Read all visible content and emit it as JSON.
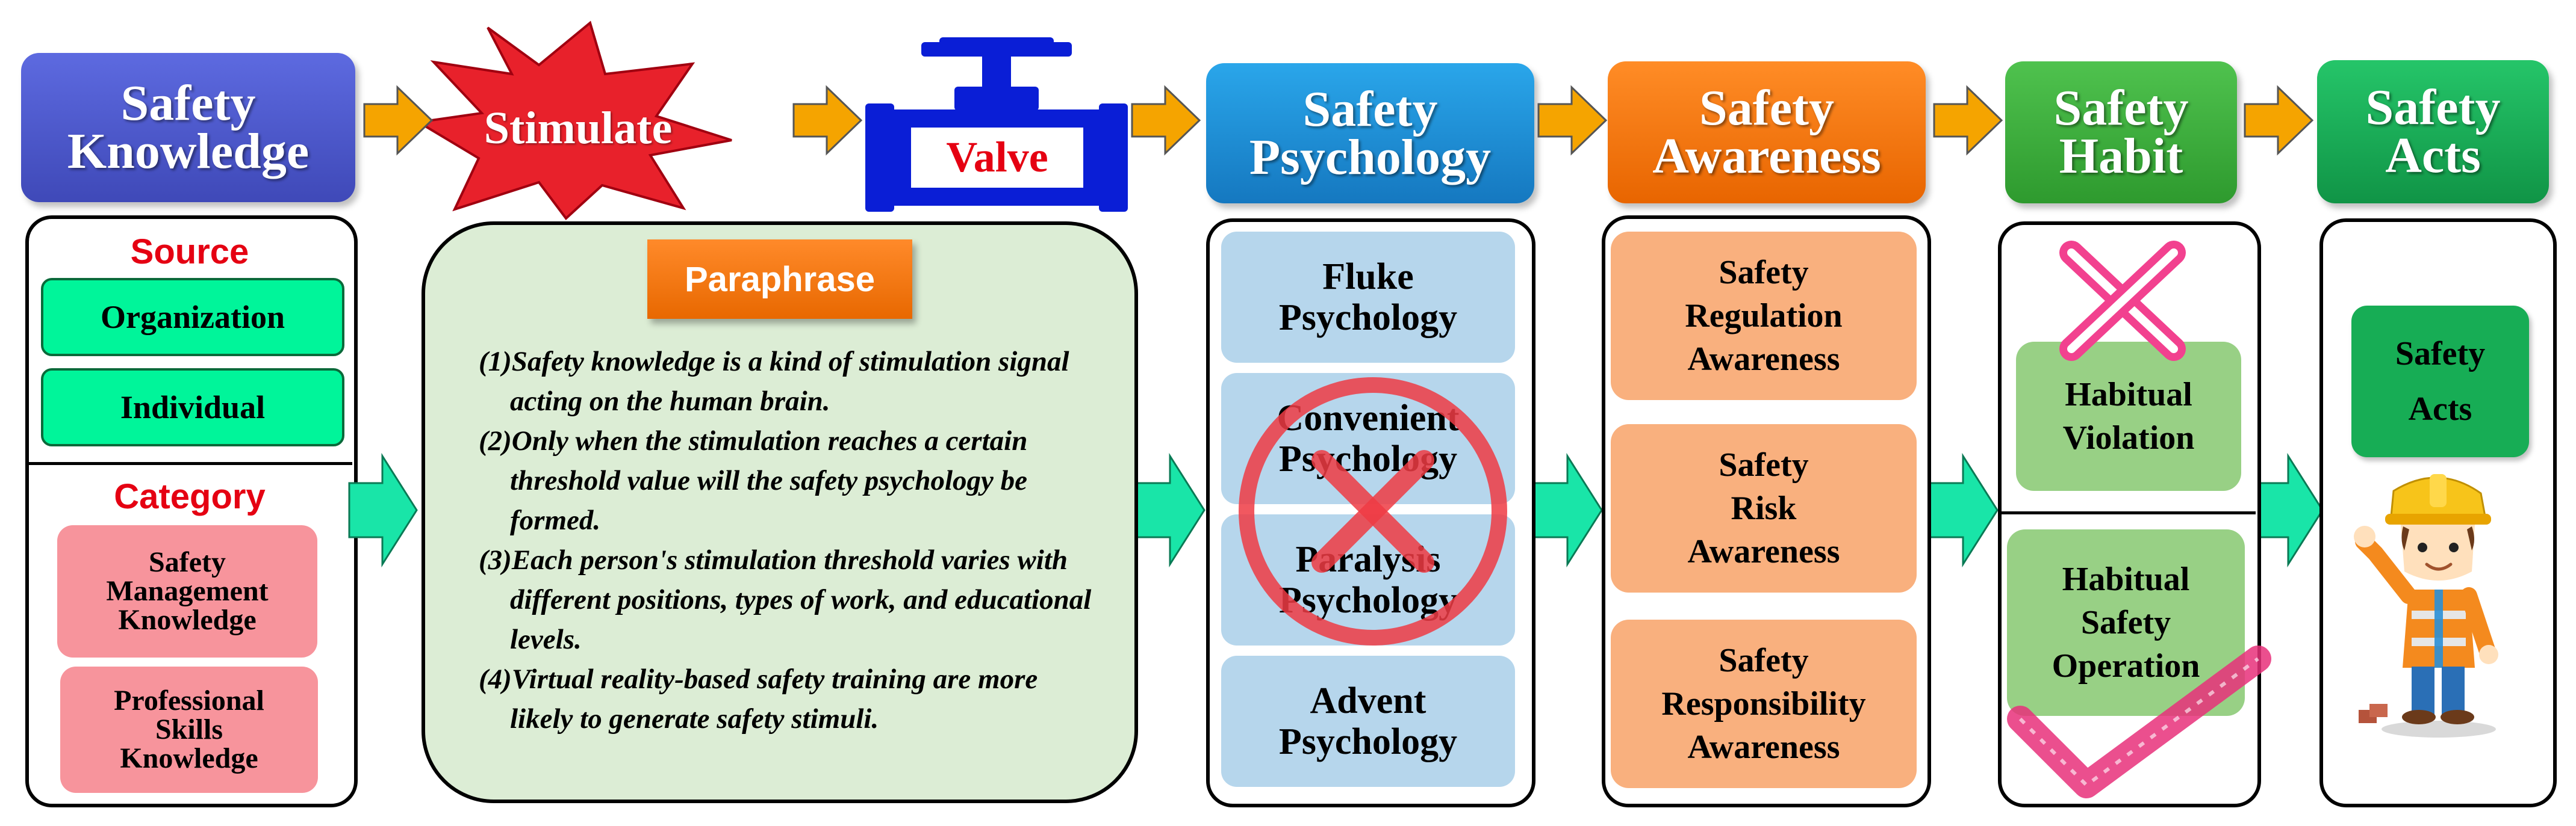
{
  "headers": {
    "knowledge": "Safety\nKnowledge",
    "stimulate": "Stimulate",
    "valve": "Valve",
    "psychology": "Safety\nPsychology",
    "awareness": "Safety\nAwareness",
    "habit": "Safety\nHabit",
    "acts": "Safety\nActs"
  },
  "knowledge": {
    "source_label": "Source",
    "source_items": [
      "Organization",
      "Individual"
    ],
    "category_label": "Category",
    "category_items": [
      "Safety\nManagement\nKnowledge",
      "Professional\nSkills\nKnowledge"
    ]
  },
  "paraphrase": {
    "label": "Paraphrase",
    "points": [
      "(1)Safety knowledge is a kind of stimulation signal acting on the human brain.",
      "(2)Only when the stimulation reaches a certain threshold value will the safety psychology be formed.",
      "(3)Each person's stimulation threshold varies with different positions, types of work, and educational levels.",
      "(4)Virtual reality-based safety training are more likely to generate safety stimuli."
    ]
  },
  "psychology": {
    "items": [
      "Fluke\nPsychology",
      "Convenient\nPsychology",
      "Paralysis\nPsychology",
      "Advent\nPsychology"
    ]
  },
  "awareness": {
    "items": [
      "Safety\nRegulation\nAwareness",
      "Safety\nRisk\nAwareness",
      "Safety\nResponsibility\nAwareness"
    ]
  },
  "habit": {
    "items": [
      "Habitual\nViolation",
      "Habitual\nSafety\nOperation"
    ]
  },
  "acts": {
    "item": "Safety\nActs"
  },
  "colors": {
    "knowledge": "#4a57c9",
    "stimulate": "#e8212b",
    "valve": "#0a1ed6",
    "psychology": "#1a8fd6",
    "awareness": "#f57a12",
    "habit": "#3dae3d",
    "acts": "#17ad55",
    "orange_arrow": "#f5a400",
    "green_arrow": "#19e5a8",
    "mint": "#00f59a",
    "pink": "#f7949c",
    "paraphrase_bg": "#dcedd5",
    "light_blue": "#b6d6ec",
    "light_orange": "#f9b07e",
    "light_green": "#98d085",
    "cross_red": "#ef3b44",
    "cross_pink": "#f2418f",
    "check_pink": "#e8307a"
  },
  "icons": [
    "orange-arrow-icon",
    "green-arrow-icon",
    "starburst-icon",
    "valve-icon",
    "cross-icon",
    "checkmark-icon",
    "worker-icon"
  ]
}
